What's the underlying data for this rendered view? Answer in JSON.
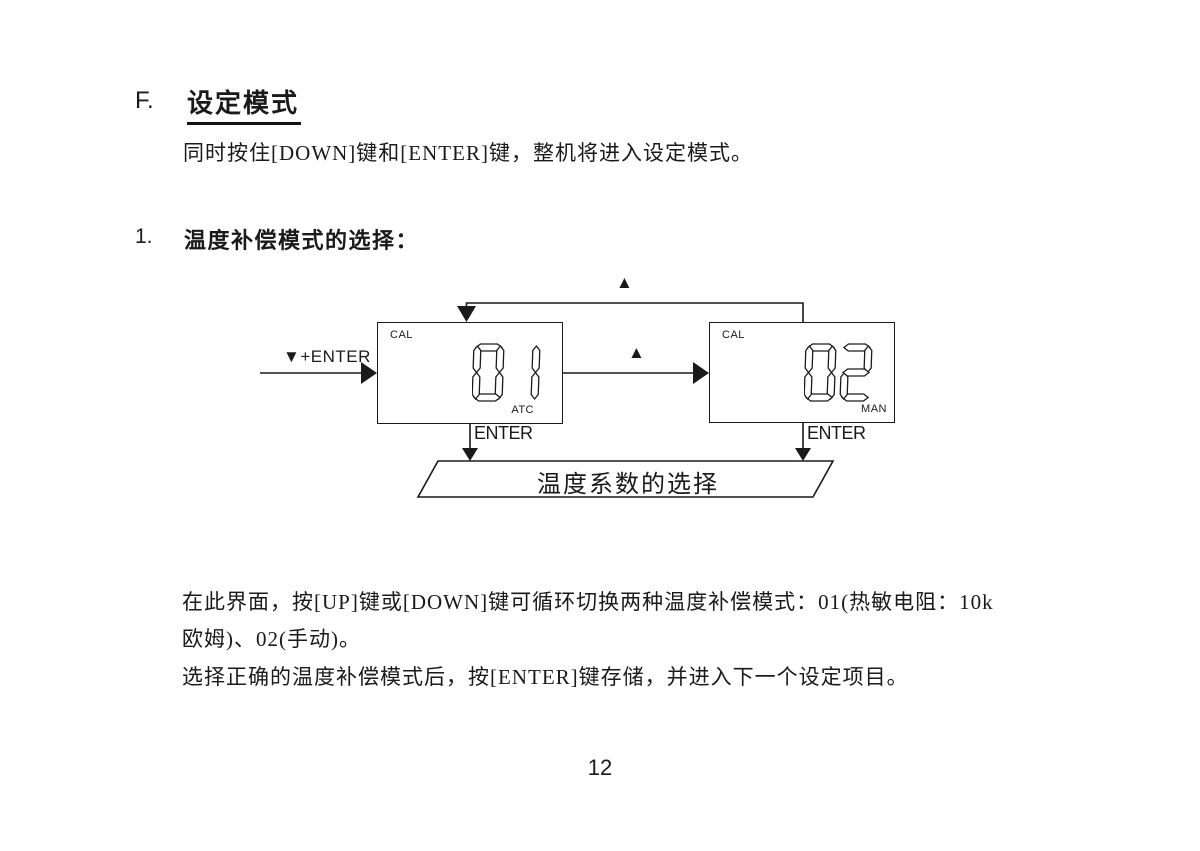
{
  "page": {
    "background": "#ffffff",
    "ink_color": "#1a1a1a",
    "page_number": "12"
  },
  "heading": {
    "index": "F.",
    "title": "设定模式"
  },
  "intro": {
    "text": "同时按住[DOWN]键和[ENTER]键，整机将进入设定模式。"
  },
  "section1": {
    "index": "1.",
    "title": "温度补偿模式的选择："
  },
  "diagram": {
    "entry_label": "▼+ENTER",
    "up_key_icon": "▲",
    "displays": [
      {
        "top_left": "CAL",
        "digits": "01",
        "bottom_right": "ATC",
        "enter_label": "ENTER"
      },
      {
        "top_left": "CAL",
        "digits": "02",
        "bottom_right": "MAN",
        "enter_label": "ENTER"
      }
    ],
    "result_label": "温度系数的选择"
  },
  "body": {
    "line1": "在此界面，按[UP]键或[DOWN]键可循环切换两种温度补偿模式：01(热敏电阻：10k",
    "line2": "欧姆)、02(手动)。",
    "line3": "选择正确的温度补偿模式后，按[ENTER]键存储，并进入下一个设定项目。"
  },
  "icons": {
    "up_triangle": "▲",
    "down_triangle": "▼",
    "right_triangle": "▶"
  }
}
